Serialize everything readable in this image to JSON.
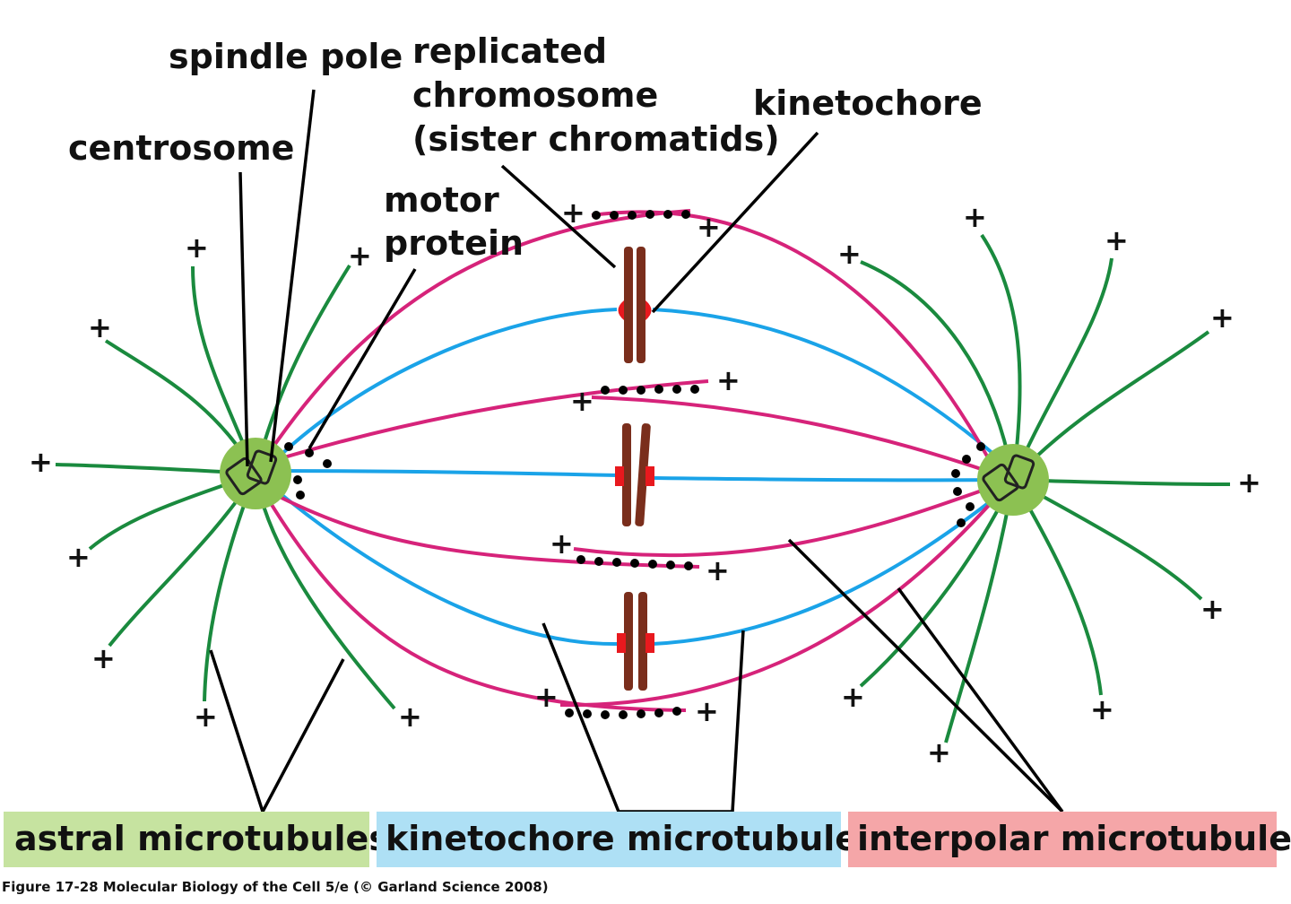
{
  "labels": {
    "spindle_pole": "spindle pole",
    "replicated_chromosome_line1": "replicated",
    "replicated_chromosome_line2": "chromosome",
    "replicated_chromosome_line3": "(sister chromatids)",
    "kinetochore": "kinetochore",
    "centrosome": "centrosome",
    "motor_protein_line1": "motor",
    "motor_protein_line2": "protein"
  },
  "legend": {
    "astral": "astral microtubules",
    "kinetochore": "kinetochore microtubules",
    "interpolar": "interpolar microtubules"
  },
  "plus_sign": "+",
  "caption": "Figure 17-28  Molecular Biology of the Cell 5/e (© Garland Science 2008)",
  "colors": {
    "astral": "#1a8a3e",
    "kinetochore_mt": "#1aa3e8",
    "interpolar": "#d6237a",
    "centrosome": "#8cc152",
    "chromosome": "#7a2e1c",
    "kinetochore": "#e8191e",
    "legend_astral_bg": "#c6e3a0",
    "legend_kinetochore_bg": "#aee0f5",
    "legend_interpolar_bg": "#f5a6a8"
  }
}
